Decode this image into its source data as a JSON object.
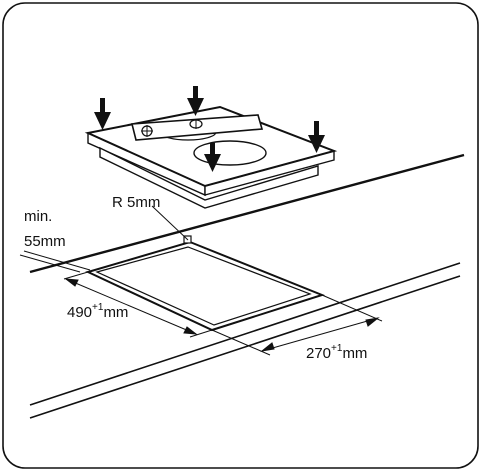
{
  "labels": {
    "radius": "R 5mm",
    "min_line1": "min.",
    "min_line2": "55mm",
    "depth_value": "490",
    "depth_tolerance": "+1",
    "depth_unit": "mm",
    "width_value": "270",
    "width_tolerance": "+1",
    "width_unit": "mm"
  },
  "colors": {
    "line": "#111111",
    "background": "#ffffff"
  },
  "icons": [
    "down-arrow-icon",
    "spirit-level-icon",
    "crosshair-icon"
  ]
}
